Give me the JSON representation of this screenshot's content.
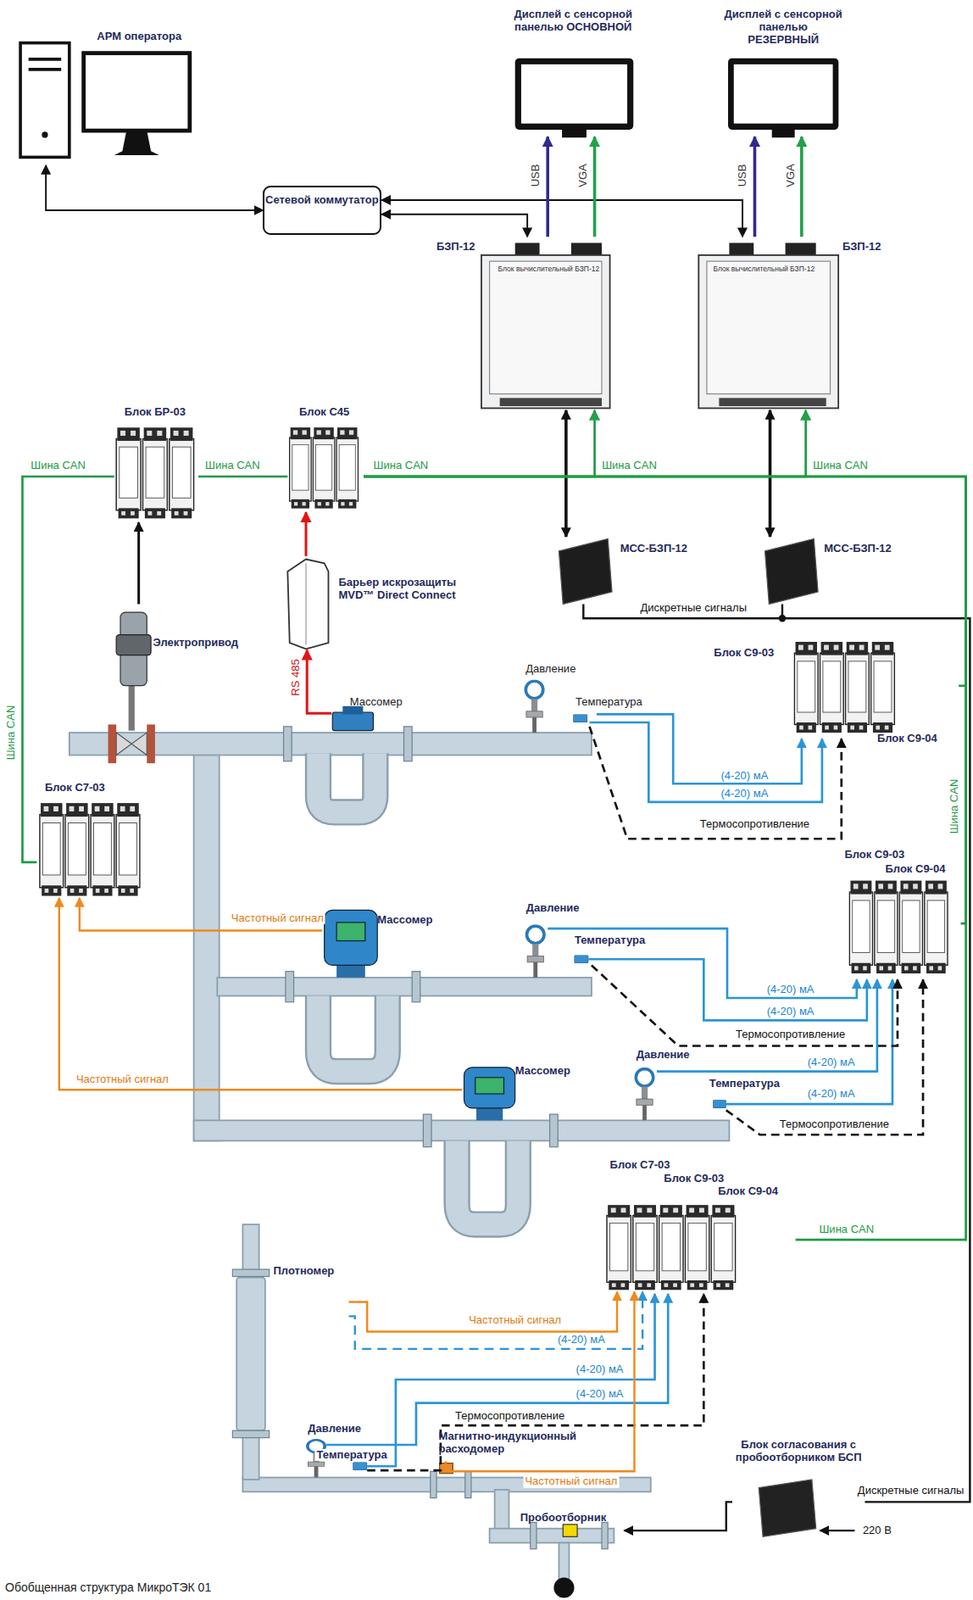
{
  "diagram": {
    "caption": "Обобщенная структура МикроТЭК 01",
    "nodes": [
      {
        "text": [
          "АРМ оператора"
        ]
      },
      {
        "text": [
          "Дисплей с сенсорной панелью ОСНОВНОЙ"
        ]
      },
      {
        "text": [
          "Дисплей с сенсорной панелью РЕЗЕРВНЫЙ"
        ]
      },
      {
        "text": [
          "Сетевой коммутатор"
        ]
      },
      {
        "text": [
          "БЗП-12",
          "Блок вычислительный БЗП-12"
        ]
      },
      {
        "text": [
          "БЗП-12",
          "Блок вычислительный БЗП-12"
        ]
      },
      {
        "text": [
          "Блок БР-03"
        ]
      },
      {
        "text": [
          "Блок С45"
        ]
      },
      {
        "text": [
          "Барьер искрозащиты MVD™ Direct Connect"
        ]
      },
      {
        "text": [
          "Электропривод"
        ]
      },
      {
        "text": [
          "Массомер"
        ]
      },
      {
        "text": [
          "МСС-БЗП-12"
        ]
      },
      {
        "text": [
          "МСС-БЗП-12"
        ]
      },
      {
        "text": [
          "Блок С9-03",
          "Блок С9-04"
        ]
      },
      {
        "text": [
          "Блок С7-03"
        ]
      },
      {
        "text": [
          "Массомер"
        ]
      },
      {
        "text": [
          "Блок С9-03",
          "Блок С9-04"
        ]
      },
      {
        "text": [
          "Массомер"
        ]
      },
      {
        "text": [
          "Блок С7-03",
          "Блок С9-03",
          "Блок С9-04"
        ]
      },
      {
        "text": [
          "Плотномер"
        ]
      },
      {
        "text": [
          "Магнитно-индукционный расходомер"
        ]
      },
      {
        "text": [
          "Блок согласования с пробоотборником БСП"
        ]
      },
      {
        "text": [
          "Пробоотборник"
        ]
      }
    ],
    "edges": [
      {
        "from": 3,
        "to": 0,
        "arrow": "both"
      },
      {
        "from": 4,
        "to": 3,
        "arrow": "both"
      },
      {
        "from": 5,
        "to": 3,
        "arrow": "both"
      },
      {
        "from": 4,
        "to": 1,
        "label": "USB",
        "arrow": "to"
      },
      {
        "from": 4,
        "to": 1,
        "label": "VGA",
        "arrow": "to"
      },
      {
        "from": 5,
        "to": 2,
        "label": "USB",
        "arrow": "to"
      },
      {
        "from": 5,
        "to": 2,
        "label": "VGA",
        "arrow": "to"
      },
      {
        "from": 4,
        "to": 11,
        "arrow": "both"
      },
      {
        "from": 5,
        "to": 12,
        "arrow": "both"
      },
      {
        "from": 11,
        "to": 12,
        "label": "Дискретные сигналы",
        "arrow": "none"
      },
      {
        "from": 14,
        "to": 6,
        "label": "Шина CAN",
        "arrow": "none"
      },
      {
        "from": 6,
        "to": 7,
        "label": "Шина CAN",
        "arrow": "none"
      },
      {
        "from": 7,
        "to": 4,
        "label": "Шина CAN",
        "arrow": "to"
      },
      {
        "from": 7,
        "to": 5,
        "label": "Шина CAN",
        "arrow": "to"
      },
      {
        "from": 7,
        "to": 13,
        "label": "Шина CAN",
        "arrow": "none"
      },
      {
        "from": 7,
        "to": 16,
        "arrow": "none"
      },
      {
        "from": 7,
        "to": 18,
        "label": "Шина CAN",
        "arrow": "none"
      },
      {
        "from": 9,
        "to": 6,
        "arrow": "to"
      },
      {
        "from": 10,
        "to": 8,
        "label": "RS 485",
        "arrow": "to"
      },
      {
        "from": 8,
        "to": 7,
        "arrow": "to"
      },
      {
        "from": 15,
        "to": 14,
        "label": "Частотный сигнал",
        "arrow": "to"
      },
      {
        "from": 17,
        "to": 14,
        "label": "Частотный сигнал",
        "arrow": "to"
      },
      {
        "from": 19,
        "to": 18,
        "label": "Частотный сигнал",
        "arrow": "to"
      },
      {
        "from": 19,
        "to": 18,
        "label": "(4-20) мА",
        "arrow": "to"
      },
      {
        "from": 20,
        "to": 18,
        "label": "Частотный сигнал",
        "arrow": "to"
      },
      {
        "from": 21,
        "to": 22,
        "arrow": "to"
      }
    ],
    "labels": [
      "Шина CAN",
      "Шина CAN",
      "Давление",
      "Температура",
      "(4-20) мА",
      "(4-20) мА",
      "Термосопротивление",
      "Давление",
      "Температура",
      "(4-20) мА",
      "(4-20) мА",
      "Термосопротивление",
      "Давление",
      "Температура",
      "(4-20) мА",
      "(4-20) мА",
      "Термосопротивление",
      "Давление",
      "Температура",
      "(4-20) мА",
      "(4-20) мА",
      "Термосопротивление",
      "Дискретные сигналы",
      "220 В"
    ]
  }
}
